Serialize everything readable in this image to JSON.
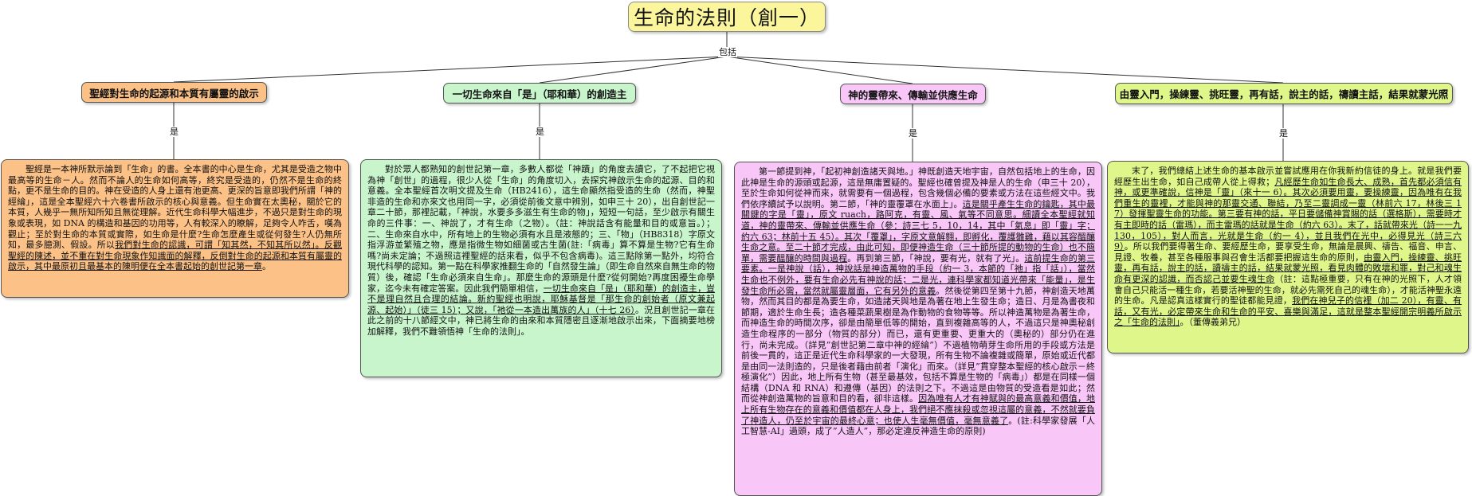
{
  "root": {
    "title": "生命的法則（創一）",
    "link_label": "包括"
  },
  "branches": [
    {
      "topic": "聖經對生命的起源和本質有屬靈的啟示",
      "link_label": "是",
      "detail": [
        {
          "t": "聖經是一本神所默示論到「生命」的書。全本書的中心是生命，尤其是受造之物中最高等的生命－人。然而不論人的生命如何高等，終究是受造的，仍然不是生命的終點，更不是生命的目的。神在受造的人身上還有池更高、更深的旨意即我們所謂「神的經綸」，這是全本聖經六十六卷書所啟示的核心與意義。但生命實在太奧秘，關於它的本質，人幾乎一無所知所知且無從理解。近代生命科學大幅進步，不過只是對生命的現象或表現，如 DNA 的構造和基因的功用等，人有較深入的瞭解，足夠令人咋舌，嘆為觀止；至於對生命的本質或實際，如生命是什麼?生命怎麼產生或從何發生?人仍無所知，最多臆測、假設。所以",
          "u": false
        },
        {
          "t": "我們對生命的認識，可謂「知其然，不知其所以然」。反觀聖經的陳述，並不重在對生命現象作知識面的解釋，反倒對生命的起源和本質有屬靈的啟示，其中最原初且最基本的陳明便在全本書起始的創世記第一章",
          "u": true
        },
        {
          "t": "。",
          "u": false
        }
      ]
    },
    {
      "topic": "一切生命來自「是」（耶和華）的創造主",
      "link_label": "是",
      "detail": [
        {
          "t": "對於眾人都熟知的創世記第一章，多數人都從「神蹟」的角度去讀它，了不起把它視為神「創世」的過程，很少人從「生命」的角度切入，去探究神啟示生命的起源、目的和意義。全本聖經首次明文提及生命（HB2416），這生命顯然指受造的生命（然而，神聖非造的生命和亦來文也用同一字，必須從前後文意中辨別，如申三十 20），出自創世記一章二十節，那裡記載，「神說，水要多多滋生有生命的物」，短短一句話，至少啟示有關生命的三件事：一、神說了，才有生命（之物）。（註：神說話含有能量和目的或意旨。）；二、生命來自水中，所有地上的生物必須有水且是液態的；三、「物」（HB8318）字原文指浮游並繁殖之物，應是指微生物如細菌或古生菌(註:「病毒」算不算是生物?它有生命嗎?尚未定論；不過照這裡聖經的話來看，似乎不包含病毒)。這三點除第一點外，均符合現代科學的認知。第一點在科學家推翻生命的「自然發生論」（即生命自然來自無生命的物質）後，確認「生命必須來自生命」。那麼生命的源頭是什麼?從何開始?再度困擾生命學家，迄今未有確定答案。因此我們簡單相信，",
          "u": false
        },
        {
          "t": "一切生命來自「是」（耶和華）的創造主，豈不是理自然且合理的結論。新約聖經也明說，耶穌基督是「那生命的創始者（原文兼起源、起始）」（徒三 15）；又說，「祂從一本造出萬族的人」（十七 26）",
          "u": true
        },
        {
          "t": "。況且創世記一章在此之前的十八節經文中，神已將生命的由來和本質隱密且逐漸地啟示出來，下面摘要地榜加解釋，我們不難領悟神「生命的法則」。",
          "u": false
        }
      ]
    },
    {
      "topic": "神的靈帶來、傳輸並供應生命",
      "link_label": "是",
      "detail": [
        {
          "t": "第一節提到神，「起初神創造諸天與地。」神既創造天地宇宙，自然包括地上的生命，因此神是生命的源頭或起源，這是無庸置疑的。聖經也確曾提及神是人的生命（申三十 20），至於生命如何從神而來，就需要有一個過程，包含幾個必備的要素或方法在這些經文中。我們依序續試予以說明。第二節，「神的靈覆罩在水面上」。",
          "u": false
        },
        {
          "t": "這是關乎產生生命的鑰匙，其中最關鍵的字是「靈」，原文 ruach，路阿克，有靈、風、氣等不同意思。細讀全本聖經就知道，神的靈帶來、傳輸並供應生命（參：詩三七 5，10，14，其中「氣息」即「靈」字；約六 63；林前十五 45）。其次「覆罩」，字原文意解翱，即孵化，覆護雛雞，藉以其容醞釀生命之意。至二十節才完成，由此可知，即便神造生命（三十節所提的動物的生命）也不簡單，需要醞釀的時間與過程",
          "u": true
        },
        {
          "t": "。再到第三節，「神說，要有光，就有了光」。",
          "u": false
        },
        {
          "t": "這前提生命的第三要素。一是神說（話），神說話是神造萬物的手段（約一 3，本節的「祂」指「話」），當然生命也不例外，要有生命必先有神說的話；二是光，連科學家都知道光帶來「能量」，是生發生命所必需，當然就屬靈層面，它有另外的意義",
          "u": true
        },
        {
          "t": "。然後從第四至第十九節，神創造天地萬物，然而其目的都是為要生命，如造諸天與地是為著在地上生發生命；造日、月是為書夜和節期，適於生命生長；造各種菜蔬果樹是為作動物的食物等等。所以神造萬物是為著生命，而神造生命的時間次序，卻是由簡單低等的開始，直到複雜高等的人，不過這只是神奧秘創造生命程序的一部分（物質的部分）而已，還有更重要、更重大的（奧秘的）部分仍在進行，尚未完成。（詳見”創世記第二章中神的經綸”）不過植物萌芽生命所用的手段或方法是前後一貫的，這正是近代生命科學家的一大發現，所有生物不論複雜或簡單，原始或近代都是由同一法則造的，只是後者藉由前者「演化」而來。（詳見”貫穿整本聖經的核心啟示－終極演化”）因此，地上所有生物（甚至最基效，包括不算是生物的「病毒」）都是在同樣一個結構（DNA 和 RNA）和遵傳（基因）的法則之下。不過這是由物質的受造看是如此；然而從神創造萬物的旨意和目的看，卻非這樣。",
          "u": false
        },
        {
          "t": "因為唯有人才有神賦與的最高意義和價值，地上所有生物存在的意義和價值都在人身上，我們絕不應抹殺或忽視這屬的意義，不然就要負了神造人，仍至於宇宙的最終心意；也使人生毫無價值，毫無意義了",
          "u": true
        },
        {
          "t": "。(註:科學家發展「人工智慧-AI」過頭，成了”人造人”，那必定違反神造生命的原則)",
          "u": false
        }
      ]
    },
    {
      "topic": "由靈入門，操練靈、挑旺靈，再有話，說主的話，禱讀主話，結果就蒙光照",
      "link_label": "是",
      "detail": [
        {
          "t": "末了，我們總結上述生命的基本啟示並嘗試應用在你我新約信徒的身上。就是我們要經歷生出生命，如自己成帶人從上得救；",
          "u": false
        },
        {
          "t": "凡經歷生命如生命長大、成熟，首先都必須信有神，或更準確說，信神是「靈」（來十一 6）。其次必須要用靈，要操練靈，因為唯有在我們重生的靈裡，才能與神的那靈交通、聯結，乃至二靈調成一靈（林前六 17，林後三 17）發揮聖靈生命的功能。第三要有神的話，平日要儲備神賞賜的話（選格斯），需要時才有主即時的話（雷瑪），而主雷瑪的話就是生命（約六 63）。末了，話就帶來光（詩一一九 130，105），對人而言，光就是生命（約一 4），並且我們在光中，必得見光（詩三六 9）",
          "u": true
        },
        {
          "t": "。所以我們要得著生命、要經歷生命，要享受生命，無論是晨興、禱告、福音、申言、見證、牧養，甚至各種服事與召會生活都要把握這生命的原則，",
          "u": false
        },
        {
          "t": "由靈入門，操練靈、挑旺靈，再有話，說主的話，讀禱主的話，結果就蒙光照，看見肉體的敗壞和罪，對己和魂生命有更深的認識，而否認己並要生魂生命",
          "u": true
        },
        {
          "t": "（註：這點極重要，只有在神的光照下，人才領會自己只能活一種生命，若要活神聖的生命，就必先需死自己的魂生命），才能活神聖永遠的生命。凡是認真這樣實行的聖徒都能見證，",
          "u": false
        },
        {
          "t": "我們在神兒子的信裡（加二 20），有靈、有話，又有光，必定帶來生命和生命的平安、喜樂與滿足，這就是整本聖經開宗明義所啟示之「生命的法則」",
          "u": true
        },
        {
          "t": "。（董傳義弟兄）",
          "u": false
        }
      ]
    }
  ]
}
